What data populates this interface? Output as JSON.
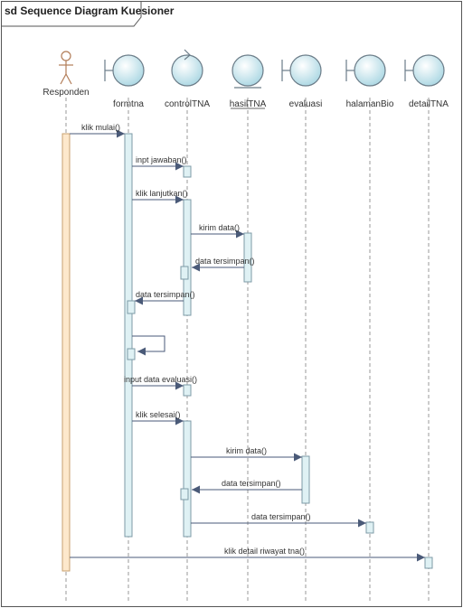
{
  "frame": {
    "title": "sd Sequence Diagram Kuesioner"
  },
  "participants": [
    {
      "id": "responden",
      "name": "Responden",
      "kind": "actor"
    },
    {
      "id": "formtna",
      "name": "formtna",
      "kind": "boundary"
    },
    {
      "id": "controltna",
      "name": "controlTNA",
      "kind": "control"
    },
    {
      "id": "hasiltna",
      "name": "hasilTNA",
      "kind": "entity",
      "underline": true
    },
    {
      "id": "evaluasi",
      "name": "evaluasi",
      "kind": "boundary"
    },
    {
      "id": "halamanbio",
      "name": "halamanBio",
      "kind": "boundary"
    },
    {
      "id": "detailtna",
      "name": "detailTNA",
      "kind": "boundary"
    }
  ],
  "messages": [
    {
      "from": "responden",
      "to": "formtna",
      "label": "klik mulai()"
    },
    {
      "from": "formtna",
      "to": "controltna",
      "label": "inpt jawaban()"
    },
    {
      "from": "formtna",
      "to": "controltna",
      "label": "klik lanjutkan()"
    },
    {
      "from": "controltna",
      "to": "hasiltna",
      "label": "kirim data()"
    },
    {
      "from": "hasiltna",
      "to": "controltna",
      "label": "data tersimpan()"
    },
    {
      "from": "controltna",
      "to": "formtna",
      "label": "data tersimpan()"
    },
    {
      "from": "formtna",
      "to": "formtna",
      "label": ""
    },
    {
      "from": "formtna",
      "to": "controltna",
      "label": "input data evaluasi()"
    },
    {
      "from": "formtna",
      "to": "controltna",
      "label": "klik selesai()"
    },
    {
      "from": "controltna",
      "to": "evaluasi",
      "label": "kirim data()"
    },
    {
      "from": "evaluasi",
      "to": "controltna",
      "label": "data tersimpan()"
    },
    {
      "from": "controltna",
      "to": "halamanbio",
      "label": "data tersimpan()"
    },
    {
      "from": "responden",
      "to": "detailtna",
      "label": "klik detail riwayat tna()"
    }
  ],
  "colors": {
    "lifeline": "#9a9a9a",
    "arrow": "#4a5a78",
    "activation_fill": "#dff1f4",
    "activation_stroke": "#7c9aa6",
    "actor_activation_fill": "#fde8cc",
    "actor_activation_stroke": "#c8a070",
    "icon_fill_light": "#ffffff",
    "icon_fill_dark": "#a9d6e2",
    "icon_stroke": "#6b7c88",
    "actor_stroke": "#b27d58",
    "frame": "#555555"
  }
}
